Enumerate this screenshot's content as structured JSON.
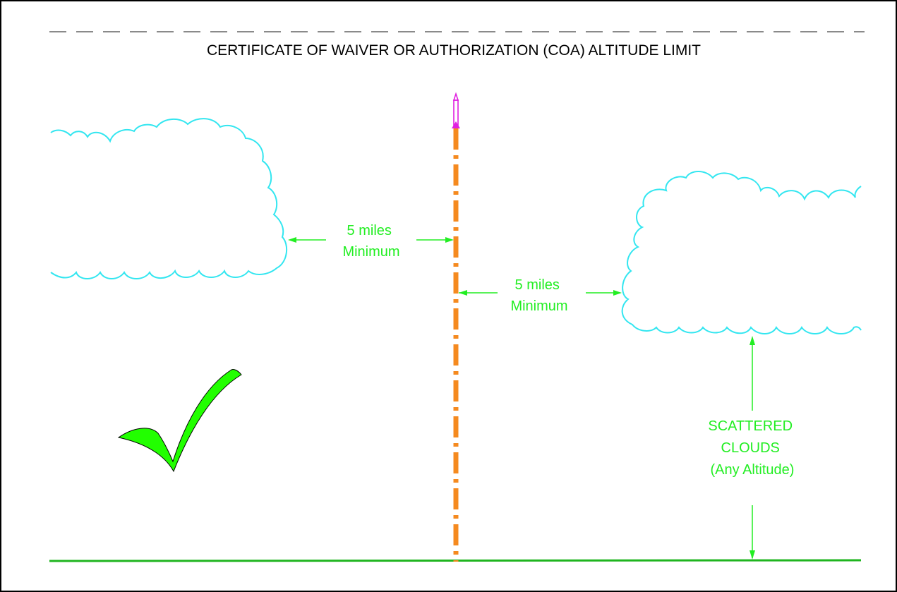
{
  "title": "CERTIFICATE OF WAIVER OR AUTHORIZATION (COA) ALTITUDE LIMIT",
  "labels": {
    "left_distance": [
      "5 miles",
      "Minimum"
    ],
    "right_distance": [
      "5 miles",
      "Minimum"
    ],
    "cloud_altitude": [
      "SCATTERED",
      "CLOUDS",
      "(Any Altitude)"
    ]
  },
  "colors": {
    "cloud": "#33e6f0",
    "dimension": "#22ee22",
    "flight_path": "#f58a1f",
    "rocket": "#e020e0",
    "ground": "#1fb51f",
    "checkmark": "#22ff00",
    "limit_line": "#8a8a8a"
  },
  "icons": {
    "rocket": "rocket-icon",
    "checkmark": "checkmark-icon"
  }
}
